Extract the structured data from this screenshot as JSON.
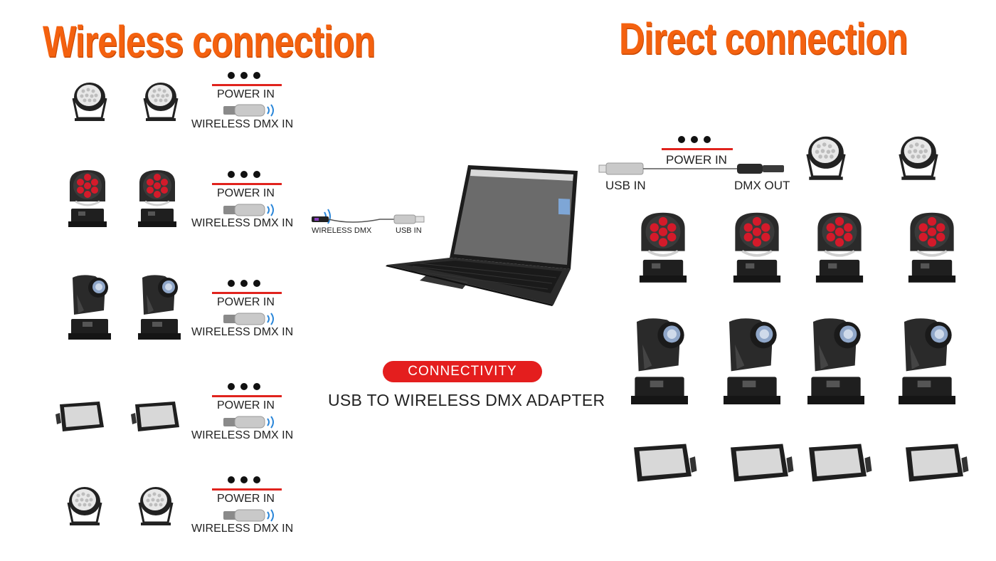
{
  "headings": {
    "wireless": "Wireless connection",
    "direct": "Direct connection"
  },
  "wireless_rows": [
    {
      "power_label": "POWER IN",
      "dmx_label": "WIRELESS DMX IN",
      "fixture": "par-light"
    },
    {
      "power_label": "POWER IN",
      "dmx_label": "WIRELESS DMX IN",
      "fixture": "wash-moving-head"
    },
    {
      "power_label": "POWER IN",
      "dmx_label": "WIRELESS DMX IN",
      "fixture": "beam-moving-head"
    },
    {
      "power_label": "POWER IN",
      "dmx_label": "WIRELESS DMX IN",
      "fixture": "strobe-light"
    },
    {
      "power_label": "POWER IN",
      "dmx_label": "WIRELESS DMX IN",
      "fixture": "par-light"
    }
  ],
  "center": {
    "adapter_wireless_label": "WIRELESS DMX",
    "adapter_usb_label": "USB IN",
    "badge": "CONNECTIVITY",
    "subtitle": "USB TO WIRELESS DMX ADAPTER"
  },
  "direct": {
    "power_label": "POWER IN",
    "usb_label": "USB IN",
    "dmx_out_label": "DMX OUT"
  },
  "colors": {
    "headline": "#f4610f",
    "accent_red": "#e41e1e",
    "led_red": "#d41a2a",
    "wireless_blue": "#2a86d9"
  }
}
